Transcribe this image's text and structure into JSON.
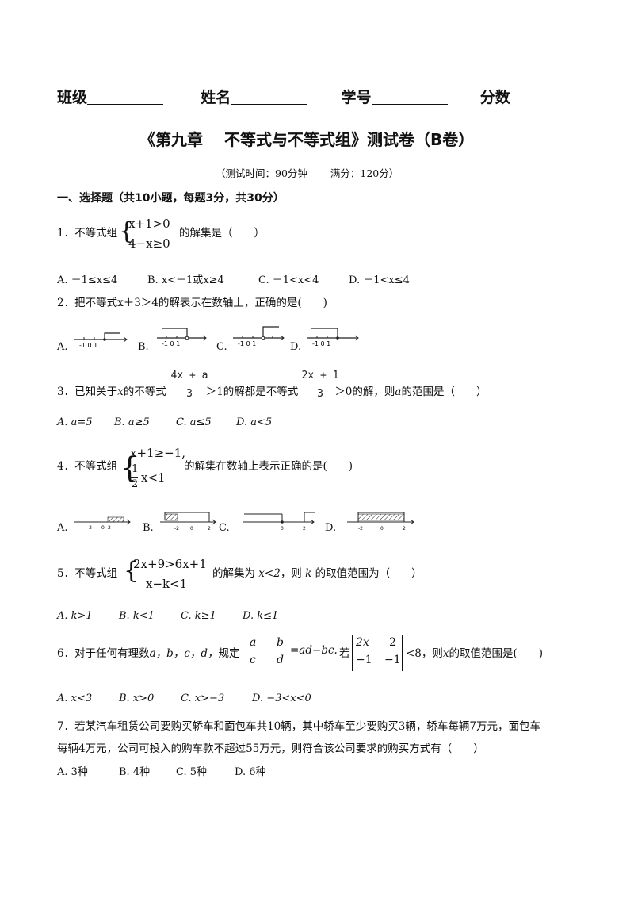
{
  "header": {
    "class_label": "班级",
    "name_label": "姓名",
    "id_label": "学号",
    "score_label": "分数"
  },
  "title": "《第九章　 不等式与不等式组》测试卷（B卷）",
  "subtitle": "（测试时间：90分钟　　 满分：120分）",
  "section1": "一、选择题（共10小题，每题3分，共30分）",
  "q1": {
    "prefix": "1．不等式组",
    "line1": "x+1>0",
    "line2": "4−x≥0",
    "suffix": "的解集是（　　）",
    "options": [
      "A. －1≤x≤4",
      "B. x<－1或x≥4",
      "C. －1<x<4",
      "D. －1<x≤4"
    ]
  },
  "q2": {
    "text": "2．把不等式x＋3＞4的解表示在数轴上，正确的是(　　)",
    "options": [
      "A.",
      "B.",
      "C.",
      "D."
    ],
    "tick": "-1 0 1"
  },
  "q3": {
    "prefix": "3．已知关于",
    "var": "x",
    "mid1": "的不等式",
    "frac1_num": "4x + a",
    "frac1_den": "3",
    "mid2": "＞1的解都是不等式",
    "frac2_num": "2x + 1",
    "frac2_den": "3",
    "mid3": "＞0的解，则",
    "var2": "a",
    "suffix": "的范围是（　　）",
    "options": [
      "A.  a=5",
      "B.  a≥5",
      "C.  a≤5",
      "D.  a<5"
    ]
  },
  "q4": {
    "prefix": "4．不等式组",
    "line1": "x+1≥−1,",
    "frac_num": "1",
    "frac_den": "2",
    "line2": "x<1",
    "suffix": "的解集在数轴上表示正确的是(　　)",
    "options": [
      "A.",
      "B.",
      "C.",
      "D."
    ],
    "ticks_a": [
      "-2",
      "0",
      "2"
    ],
    "ticks": [
      "-2",
      "0",
      "2"
    ]
  },
  "q5": {
    "prefix": "5．不等式组",
    "line1": "2x+9>6x+1",
    "line2": "x−k<1",
    "mid": "的解集为",
    "cond": "x<2",
    "mid2": "，则",
    "var": "k",
    "suffix": "的取值范围为（　　）",
    "options": [
      "A.  k>1",
      "B.  k<1",
      "C.  k≥1",
      "D.  k≤1"
    ]
  },
  "q6": {
    "prefix": "6．对于任何有理数",
    "vars": "a，b，c，d，",
    "mid": "规定",
    "m1": [
      "a",
      "b",
      "c",
      "d"
    ],
    "eq": "=ad−bc.",
    "mid2": "若",
    "m2": [
      "2x",
      "2",
      "−1",
      "−1"
    ],
    "suffix": "<8，则",
    "var": "x",
    "suffix2": "的取值范围是(　　)",
    "options": [
      "A.  x<3",
      "B.  x>0",
      "C.  x>−3",
      "D.  −3<x<0"
    ]
  },
  "q7": {
    "line1": "7．若某汽车租赁公司要购买轿车和面包车共10辆，其中轿车至少要购买3辆，轿车每辆7万元，面包车",
    "line2": "每辆4万元，公司可投入的购车款不超过55万元，则符合该公司要求的购买方式有（　　）",
    "options": [
      "A. 3种",
      "B. 4种",
      "C. 5种",
      "D. 6种"
    ]
  }
}
